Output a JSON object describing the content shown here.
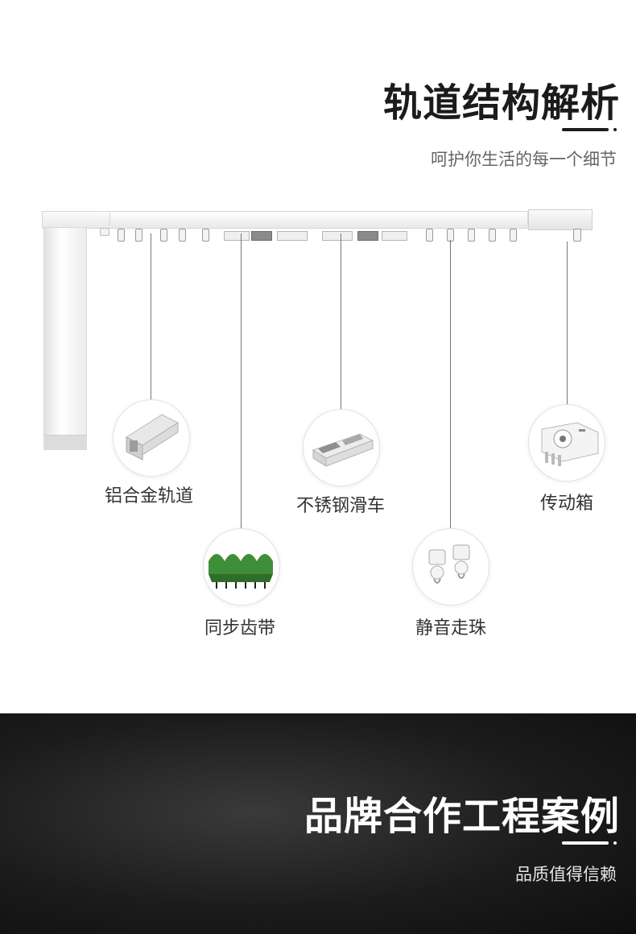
{
  "header": {
    "title": "轨道结构解析",
    "subtitle": "呵护你生活的每一个细节"
  },
  "parts": [
    {
      "label": "铝合金轨道",
      "icon": "aluminum-rail-icon"
    },
    {
      "label": "同步齿带",
      "icon": "timing-belt-icon"
    },
    {
      "label": "不锈钢滑车",
      "icon": "steel-carriage-icon"
    },
    {
      "label": "静音走珠",
      "icon": "silent-glider-icon"
    },
    {
      "label": "传动箱",
      "icon": "gearbox-icon"
    }
  ],
  "cases": {
    "title": "品牌合作工程案例",
    "subtitle": "品质值得信赖"
  },
  "colors": {
    "accent_dark": "#1b1b1b",
    "belt_green": "#3f8f3a",
    "bottom_bg": "#1c1c1c"
  }
}
